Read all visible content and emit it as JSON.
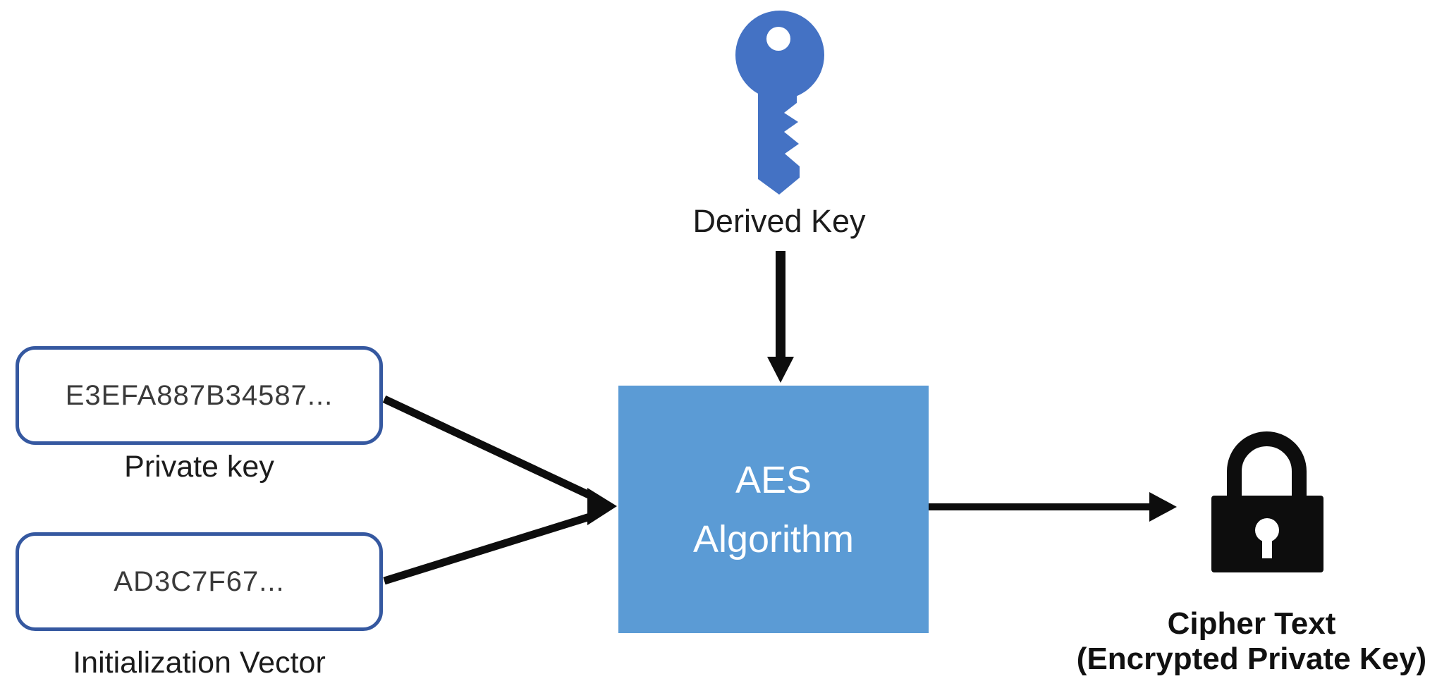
{
  "diagram": {
    "derived_key_label": "Derived Key",
    "private_key": {
      "value": "E3EFA887B34587...",
      "label": "Private key"
    },
    "initialization_vector": {
      "value": "AD3C7F67...",
      "label": "Initialization Vector"
    },
    "aes_box": {
      "line1": "AES",
      "line2": "Algorithm"
    },
    "cipher_text": {
      "line1": "Cipher Text",
      "line2": "(Encrypted Private Key)"
    },
    "icons": {
      "key_icon": "key-icon",
      "lock_icon": "lock-icon"
    },
    "colors": {
      "key_blue": "#4472C4",
      "aes_fill": "#5B9BD5",
      "aes_text": "#FFFFFF",
      "box_border": "#3558A0",
      "arrow_black": "#0D0D0D",
      "lock_black": "#0D0D0D"
    }
  }
}
